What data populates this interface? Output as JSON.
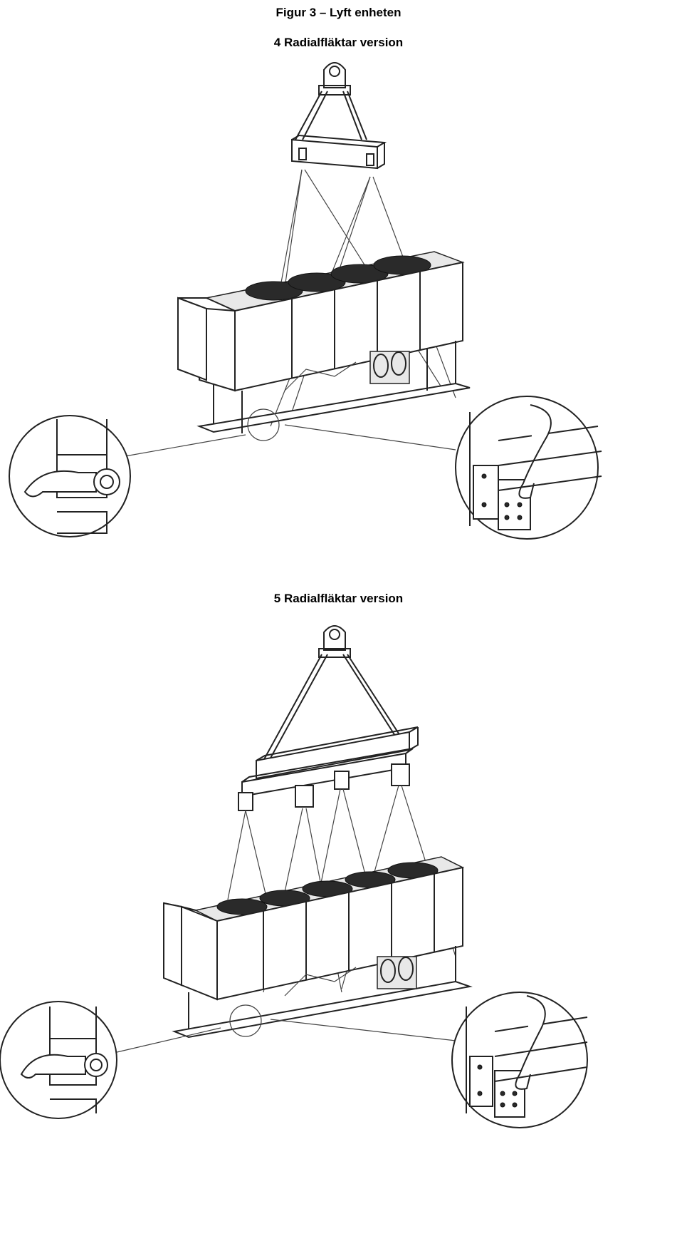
{
  "figure": {
    "title": "Figur 3 – Lyft enheten"
  },
  "sections": [
    {
      "heading": "4 Radialfläktar version"
    },
    {
      "heading": "5 Radialfläktar version"
    }
  ]
}
